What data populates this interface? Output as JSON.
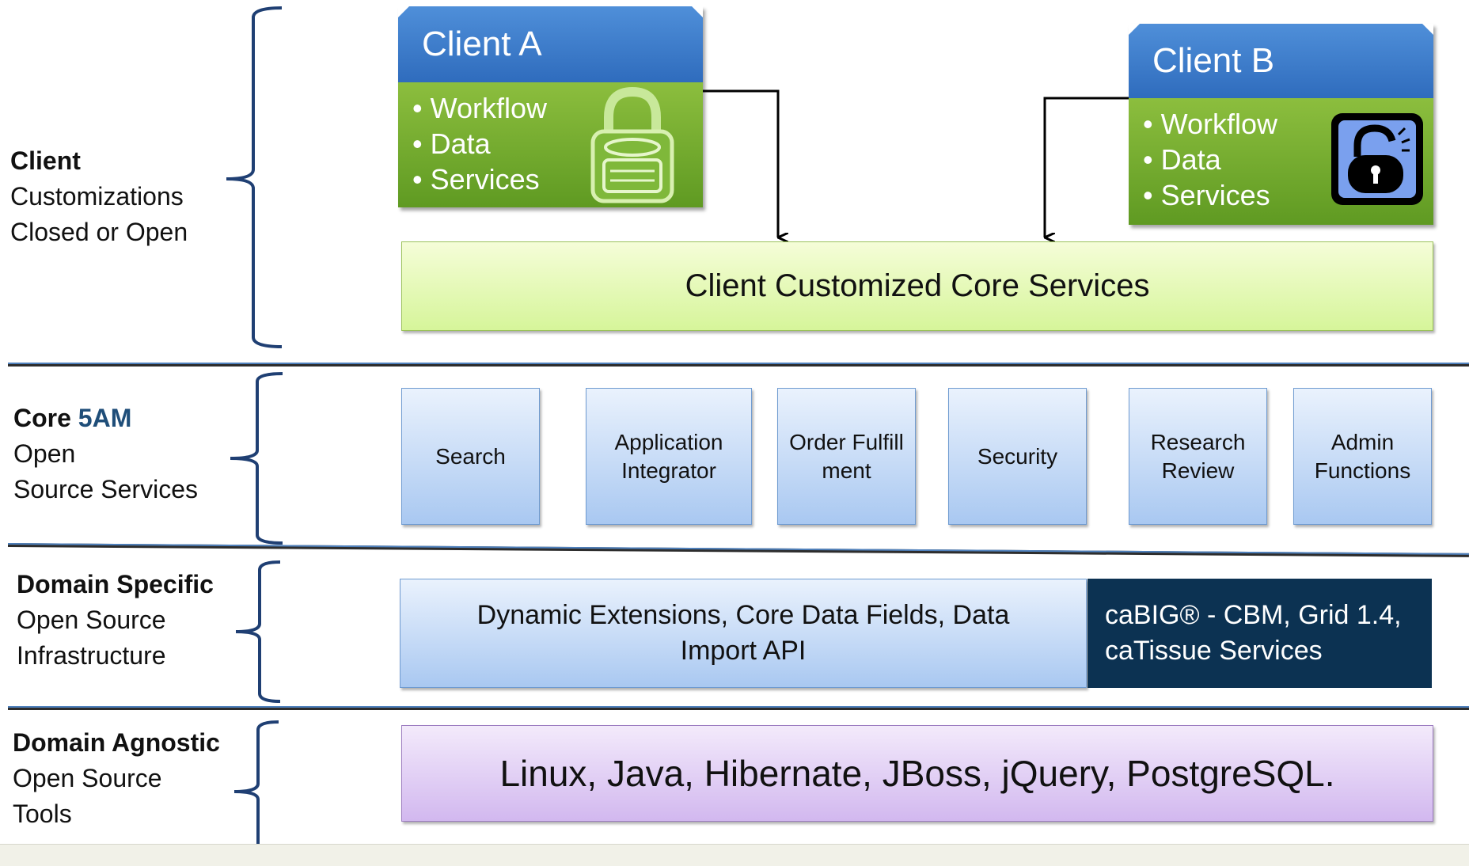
{
  "layers": {
    "client": {
      "title": "Client",
      "line2": "Customizations",
      "line3": "Closed or Open"
    },
    "core": {
      "title": "Core",
      "title_accent": "5AM",
      "line2": "Open",
      "line3": "Source Services"
    },
    "domain_specific": {
      "title": "Domain Specific",
      "line2": "Open Source",
      "line3": "Infrastructure"
    },
    "domain_agnostic": {
      "title": "Domain Agnostic",
      "line2": "Open Source",
      "line3": "Tools"
    }
  },
  "client_a": {
    "title": "Client A",
    "items": [
      "Workflow",
      "Data",
      "Services"
    ],
    "icon": "closed-lock-icon"
  },
  "client_b": {
    "title": "Client B",
    "items": [
      "Workflow",
      "Data",
      "Services"
    ],
    "icon": "open-lock-icon"
  },
  "client_core": {
    "label": "Client Customized Core Services"
  },
  "services": [
    {
      "label": "Search"
    },
    {
      "label": "Application Integrator"
    },
    {
      "label": "Order Fulfillment"
    },
    {
      "label": "Security"
    },
    {
      "label": "Research Review"
    },
    {
      "label": "Admin Functions"
    }
  ],
  "domain_specific_box": {
    "label": "Dynamic Extensions, Core Data Fields, Data Import API"
  },
  "cabig_box": {
    "label": "caBIG® - CBM, Grid 1.4, caTissue Services"
  },
  "tools_box": {
    "label": "Linux, Java, Hibernate, JBoss, jQuery, PostgreSQL."
  },
  "colors": {
    "client_header": "#2f6cbd",
    "client_body": "#6ea52c",
    "core_bar": "#d6f59a",
    "service_box": "#a9c8f1",
    "cabig": "#0c3252",
    "tools": "#d2b8ef",
    "accent_5am": "#1f4e79"
  }
}
